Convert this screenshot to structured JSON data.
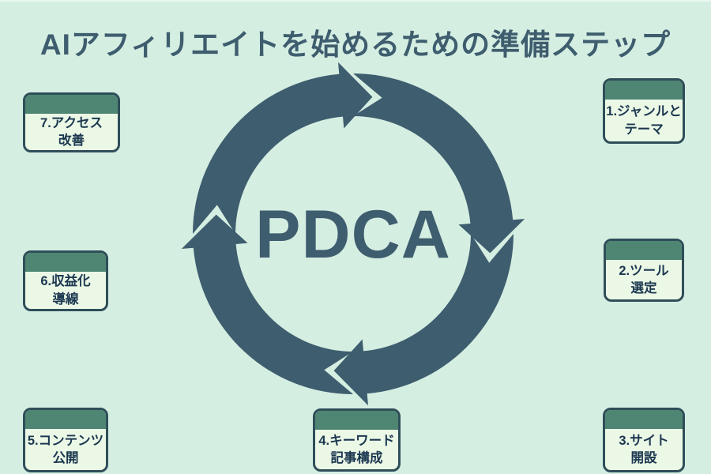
{
  "title": "AIアフィリエイトを始めるための準備ステップ",
  "cycle": {
    "label": "PDCA",
    "arrow_direction": "clockwise"
  },
  "steps": [
    {
      "id": 1,
      "line1": "1.ジャンルと",
      "line2": "テーマ",
      "position": "top-right"
    },
    {
      "id": 2,
      "line1": "2.ツール",
      "line2": "選定",
      "position": "middle-right"
    },
    {
      "id": 3,
      "line1": "3.サイト",
      "line2": "開設",
      "position": "bottom-right"
    },
    {
      "id": 4,
      "line1": "4.キーワード",
      "line2": "記事構成",
      "position": "bottom-center"
    },
    {
      "id": 5,
      "line1": "5.コンテンツ",
      "line2": "公開",
      "position": "bottom-left"
    },
    {
      "id": 6,
      "line1": "6.収益化",
      "line2": "導線",
      "position": "middle-left"
    },
    {
      "id": 7,
      "line1": "7.アクセス",
      "line2": "改善",
      "position": "top-left"
    }
  ],
  "colors": {
    "background": "#d5eee2",
    "ink": "#3e5d6e",
    "box-border": "#2f4e59",
    "box-header": "#4e8673",
    "box-body": "#ebf8e6",
    "box-text": "#1c3850"
  }
}
